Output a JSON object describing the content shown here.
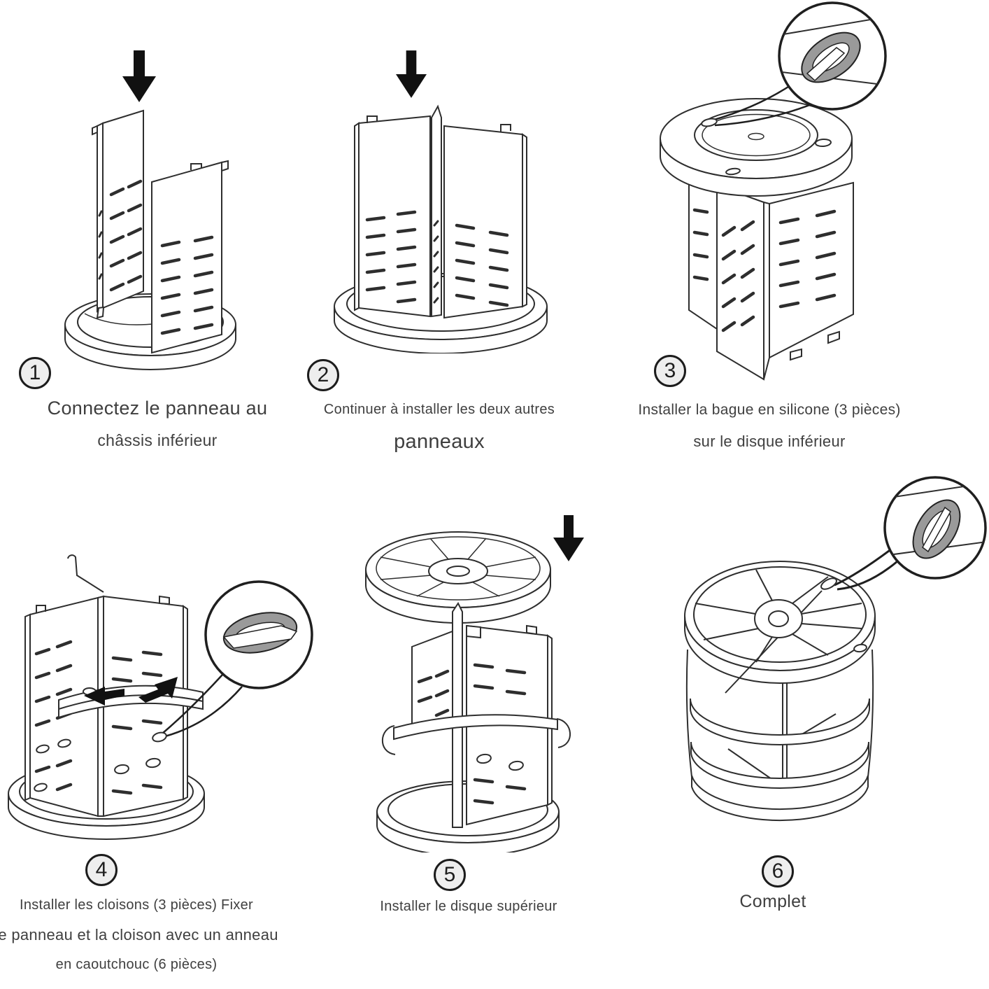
{
  "document": {
    "kind": "assembly-instructions",
    "language": "fr",
    "background": "#ffffff"
  },
  "colors": {
    "line": "#2e2e2e",
    "text": "#3f3f3f",
    "silicone_ring_gray": "#9a9a9a",
    "arrow_black": "#111111",
    "badge_fill": "#eeeeee"
  },
  "icons": {
    "down_arrow": "down-arrow-icon",
    "magnifier": "magnifier-circle-icon",
    "silicone_ring": "silicone-ring-icon"
  },
  "steps": [
    {
      "number": "1",
      "caption_lines": [
        "Connectez le panneau au",
        "châssis inférieur"
      ]
    },
    {
      "number": "2",
      "caption_lines": [
        "Continuer à installer les deux autres",
        "panneaux"
      ]
    },
    {
      "number": "3",
      "caption_lines": [
        "Installer la bague en silicone (3 pièces)",
        "sur le disque inférieur"
      ]
    },
    {
      "number": "4",
      "caption_lines": [
        "Installer les cloisons (3 pièces) Fixer",
        "le panneau et la cloison avec un anneau",
        "en caoutchouc (6 pièces)"
      ]
    },
    {
      "number": "5",
      "caption_lines": [
        "Installer le disque supérieur"
      ]
    },
    {
      "number": "6",
      "caption_lines": [
        "Complet"
      ]
    }
  ]
}
